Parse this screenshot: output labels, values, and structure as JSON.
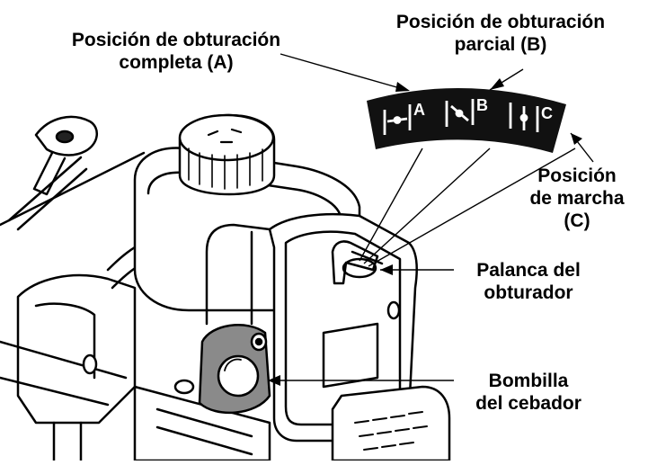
{
  "labels": {
    "full_choke_line1": "Posición de obturación",
    "full_choke_line2": "completa (A)",
    "partial_choke_line1": "Posición de obturación",
    "partial_choke_line2": "parcial (B)",
    "run_line1": "Posición",
    "run_line2": "de marcha",
    "run_line3": "(C)",
    "choke_lever_line1": "Palanca del",
    "choke_lever_line2": "obturador",
    "primer_bulb_line1": "Bombilla",
    "primer_bulb_line2": "del cebador"
  },
  "decal": {
    "letter_a": "A",
    "letter_b": "B",
    "letter_c": "C",
    "background_color": "#111111",
    "symbol_color": "#ffffff"
  },
  "colors": {
    "line": "#000000",
    "fill": "#ffffff",
    "bulb_band": "#8a8a8a"
  }
}
